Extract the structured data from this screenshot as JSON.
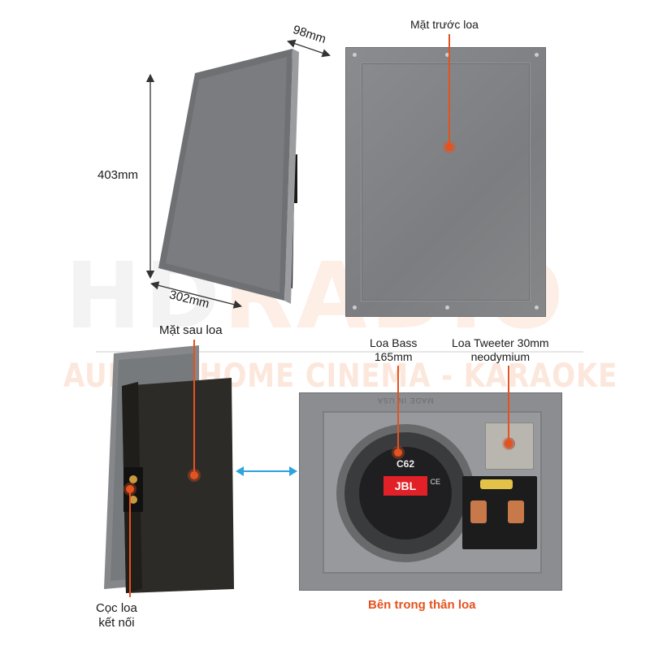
{
  "watermark": {
    "brand_left": "HD",
    "brand_right": "RADIO",
    "tagline": "AUDIO - HOME CINEMA - KARAOKE"
  },
  "dimensions": {
    "depth": "98mm",
    "height": "403mm",
    "width": "302mm"
  },
  "labels": {
    "front": "Mặt trước loa",
    "back": "Mặt sau loa",
    "bass_line1": "Loa Bass",
    "bass_line2": "165mm",
    "tweeter_line1": "Loa Tweeter 30mm",
    "tweeter_line2": "neodymium",
    "terminal_line1": "Cọc loa",
    "terminal_line2": "kết nối",
    "inside_title": "Bên trong thân loa"
  },
  "product": {
    "woofer_model": "C62",
    "brand": "JBL",
    "cert": "CE",
    "frame_text": "MADE IN USA"
  },
  "colors": {
    "accent_orange": "#e5521f",
    "arrow_blue": "#2ea3dd",
    "panel_gray": "#7d7f82",
    "cabinet_dark": "#2b2925"
  }
}
